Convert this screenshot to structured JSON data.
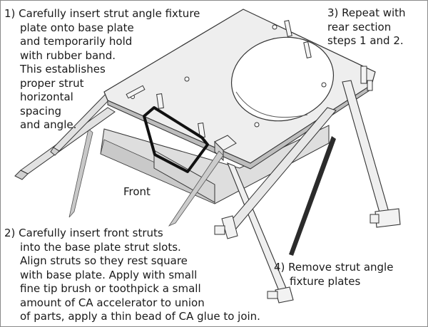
{
  "steps": {
    "step1": {
      "lines": [
        "1) Carefully insert strut angle fixture",
        "plate onto base plate",
        "and temporarily hold",
        "with rubber band.",
        "This establishes",
        "proper strut",
        "horizontal",
        "spacing",
        "and angle."
      ]
    },
    "step2": {
      "lines": [
        "2) Carefully insert front struts",
        "into the base plate strut slots.",
        "Align struts so they rest square",
        "with base plate. Apply with small",
        "fine tip brush or toothpick a small",
        "amount of CA accelerator to union",
        "of parts, apply a thin bead of CA glue to join."
      ]
    },
    "step3": {
      "lines": [
        "3) Repeat with",
        "rear section",
        "steps 1 and 2."
      ]
    },
    "step4": {
      "lines": [
        "4) Remove strut angle",
        "fixture plates"
      ]
    }
  },
  "labels": {
    "front": "Front"
  },
  "colors": {
    "text": "#1a1a1a",
    "part_fill": "#ececec",
    "part_shadow": "#b8b8b8",
    "outline": "#333333",
    "rubber_band": "#111111",
    "background": "#ffffff"
  }
}
